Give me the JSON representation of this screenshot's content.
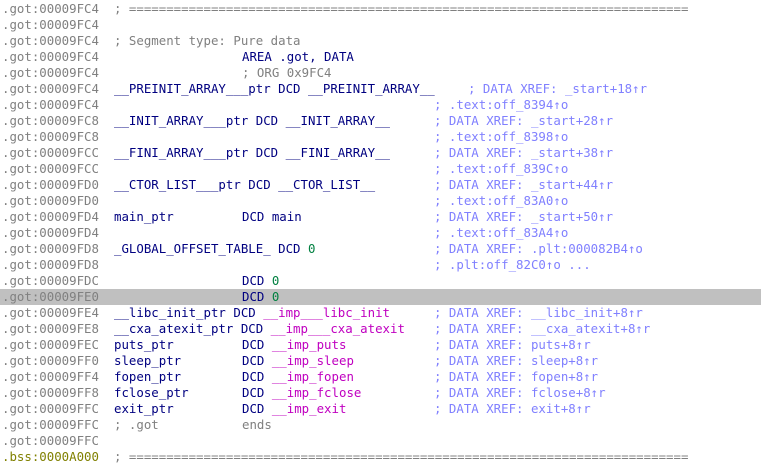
{
  "separator": "; ===========================================================================",
  "lines": [
    {
      "addr": ".got:00009FC4",
      "seg": "got",
      "items": [
        {
          "col": "label",
          "text": "; ===========================================================================",
          "cls": "sep"
        }
      ]
    },
    {
      "addr": ".got:00009FC4",
      "seg": "got",
      "items": []
    },
    {
      "addr": ".got:00009FC4",
      "seg": "got",
      "items": [
        {
          "col": "label",
          "text": "; Segment type: Pure data",
          "cls": "comment"
        }
      ]
    },
    {
      "addr": ".got:00009FC4",
      "seg": "got",
      "items": [
        {
          "col": "mnem",
          "text": "AREA .got, DATA",
          "cls": "kw"
        }
      ]
    },
    {
      "addr": ".got:00009FC4",
      "seg": "got",
      "items": [
        {
          "col": "mnem",
          "text": "; ORG 0x9FC4",
          "cls": "comment"
        }
      ]
    },
    {
      "addr": ".got:00009FC4",
      "seg": "got",
      "items": [
        {
          "col": "label",
          "text": "__PREINIT_ARRAY___ptr DCD __PREINIT_ARRAY__",
          "cls": "name"
        },
        {
          "col": "xref-tight",
          "text": "; DATA XREF: _start+18↑r",
          "cls": "xref-color"
        }
      ]
    },
    {
      "addr": ".got:00009FC4",
      "seg": "got",
      "items": [
        {
          "col": "xref",
          "text": "; .text:off_8394↑o",
          "cls": "xref-color"
        }
      ]
    },
    {
      "addr": ".got:00009FC8",
      "seg": "got",
      "items": [
        {
          "col": "label",
          "text": "__INIT_ARRAY___ptr DCD __INIT_ARRAY__",
          "cls": "name"
        },
        {
          "col": "xref",
          "text": "; DATA XREF: _start+28↑r",
          "cls": "xref-color"
        }
      ]
    },
    {
      "addr": ".got:00009FC8",
      "seg": "got",
      "items": [
        {
          "col": "xref",
          "text": "; .text:off_8398↑o",
          "cls": "xref-color"
        }
      ]
    },
    {
      "addr": ".got:00009FCC",
      "seg": "got",
      "items": [
        {
          "col": "label",
          "text": "__FINI_ARRAY___ptr DCD __FINI_ARRAY__",
          "cls": "name"
        },
        {
          "col": "xref",
          "text": "; DATA XREF: _start+38↑r",
          "cls": "xref-color"
        }
      ]
    },
    {
      "addr": ".got:00009FCC",
      "seg": "got",
      "items": [
        {
          "col": "xref",
          "text": "; .text:off_839C↑o",
          "cls": "xref-color"
        }
      ]
    },
    {
      "addr": ".got:00009FD0",
      "seg": "got",
      "items": [
        {
          "col": "label",
          "text": "__CTOR_LIST___ptr DCD __CTOR_LIST__",
          "cls": "name"
        },
        {
          "col": "xref",
          "text": "; DATA XREF: _start+44↑r",
          "cls": "xref-color"
        }
      ]
    },
    {
      "addr": ".got:00009FD0",
      "seg": "got",
      "items": [
        {
          "col": "xref",
          "text": "; .text:off_83A0↑o",
          "cls": "xref-color"
        }
      ]
    },
    {
      "addr": ".got:00009FD4",
      "seg": "got",
      "items": [
        {
          "col": "label",
          "text": "main_ptr",
          "cls": "name"
        },
        {
          "col": "mnem",
          "text": "DCD main",
          "cls": "name"
        },
        {
          "col": "xref",
          "text": "; DATA XREF: _start+50↑r",
          "cls": "xref-color"
        }
      ]
    },
    {
      "addr": ".got:00009FD4",
      "seg": "got",
      "items": [
        {
          "col": "xref",
          "text": "; .text:off_83A4↑o",
          "cls": "xref-color"
        }
      ]
    },
    {
      "addr": ".got:00009FD8",
      "seg": "got",
      "items": [
        {
          "col": "label",
          "text": "_GLOBAL_OFFSET_TABLE_ DCD ",
          "cls": "name",
          "num": "0"
        },
        {
          "col": "xref",
          "text": "; DATA XREF: .plt:000082B4↑o",
          "cls": "xref-color"
        }
      ]
    },
    {
      "addr": ".got:00009FD8",
      "seg": "got",
      "items": [
        {
          "col": "xref",
          "text": "; .plt:off_82C0↑o ...",
          "cls": "xref-color"
        }
      ]
    },
    {
      "addr": ".got:00009FDC",
      "seg": "got",
      "items": [
        {
          "col": "mnem",
          "text": "DCD ",
          "cls": "name",
          "num": "0"
        }
      ]
    },
    {
      "addr": ".got:00009FE0",
      "seg": "got",
      "hl": true,
      "items": [
        {
          "col": "mnem",
          "text": "DCD ",
          "cls": "name",
          "num": "0"
        }
      ]
    },
    {
      "addr": ".got:00009FE4",
      "seg": "got",
      "items": [
        {
          "col": "label",
          "text": "__libc_init_ptr DCD ",
          "cls": "name",
          "imp": "__imp___libc_init"
        },
        {
          "col": "xref",
          "text": "; DATA XREF: __libc_init+8↑r",
          "cls": "xref-color"
        }
      ]
    },
    {
      "addr": ".got:00009FE8",
      "seg": "got",
      "items": [
        {
          "col": "label",
          "text": "__cxa_atexit_ptr DCD ",
          "cls": "name",
          "imp": "__imp___cxa_atexit"
        },
        {
          "col": "xref",
          "text": "; DATA XREF: __cxa_atexit+8↑r",
          "cls": "xref-color"
        }
      ]
    },
    {
      "addr": ".got:00009FEC",
      "seg": "got",
      "items": [
        {
          "col": "label",
          "text": "puts_ptr",
          "cls": "name"
        },
        {
          "col": "mnem",
          "text": "DCD ",
          "cls": "name",
          "imp": "__imp_puts"
        },
        {
          "col": "xref",
          "text": "; DATA XREF: puts+8↑r",
          "cls": "xref-color"
        }
      ]
    },
    {
      "addr": ".got:00009FF0",
      "seg": "got",
      "items": [
        {
          "col": "label",
          "text": "sleep_ptr",
          "cls": "name"
        },
        {
          "col": "mnem",
          "text": "DCD ",
          "cls": "name",
          "imp": "__imp_sleep"
        },
        {
          "col": "xref",
          "text": "; DATA XREF: sleep+8↑r",
          "cls": "xref-color"
        }
      ]
    },
    {
      "addr": ".got:00009FF4",
      "seg": "got",
      "items": [
        {
          "col": "label",
          "text": "fopen_ptr",
          "cls": "name"
        },
        {
          "col": "mnem",
          "text": "DCD ",
          "cls": "name",
          "imp": "__imp_fopen"
        },
        {
          "col": "xref",
          "text": "; DATA XREF: fopen+8↑r",
          "cls": "xref-color"
        }
      ]
    },
    {
      "addr": ".got:00009FF8",
      "seg": "got",
      "items": [
        {
          "col": "label",
          "text": "fclose_ptr",
          "cls": "name"
        },
        {
          "col": "mnem",
          "text": "DCD ",
          "cls": "name",
          "imp": "__imp_fclose"
        },
        {
          "col": "xref",
          "text": "; DATA XREF: fclose+8↑r",
          "cls": "xref-color"
        }
      ]
    },
    {
      "addr": ".got:00009FFC",
      "seg": "got",
      "items": [
        {
          "col": "label",
          "text": "exit_ptr",
          "cls": "name"
        },
        {
          "col": "mnem",
          "text": "DCD ",
          "cls": "name",
          "imp": "__imp_exit"
        },
        {
          "col": "xref",
          "text": "; DATA XREF: exit+8↑r",
          "cls": "xref-color"
        }
      ]
    },
    {
      "addr": ".got:00009FFC",
      "seg": "got",
      "items": [
        {
          "col": "label",
          "text": "; .got",
          "cls": "comment"
        },
        {
          "col": "mnem",
          "text": "ends",
          "cls": "comment"
        }
      ]
    },
    {
      "addr": ".got:00009FFC",
      "seg": "got",
      "items": []
    },
    {
      "addr": ".bss:0000A000",
      "seg": "bss",
      "items": [
        {
          "col": "label",
          "text": "; ===========================================================================",
          "cls": "sep"
        }
      ]
    }
  ],
  "colors": {
    "background": "#ffffff",
    "highlight": "#c0c0c0",
    "segment_got": "#808080",
    "segment_bss": "#808000",
    "name": "#000080",
    "import": "#c000c0",
    "number": "#008040",
    "xref": "#8080ff",
    "comment": "#808080"
  }
}
